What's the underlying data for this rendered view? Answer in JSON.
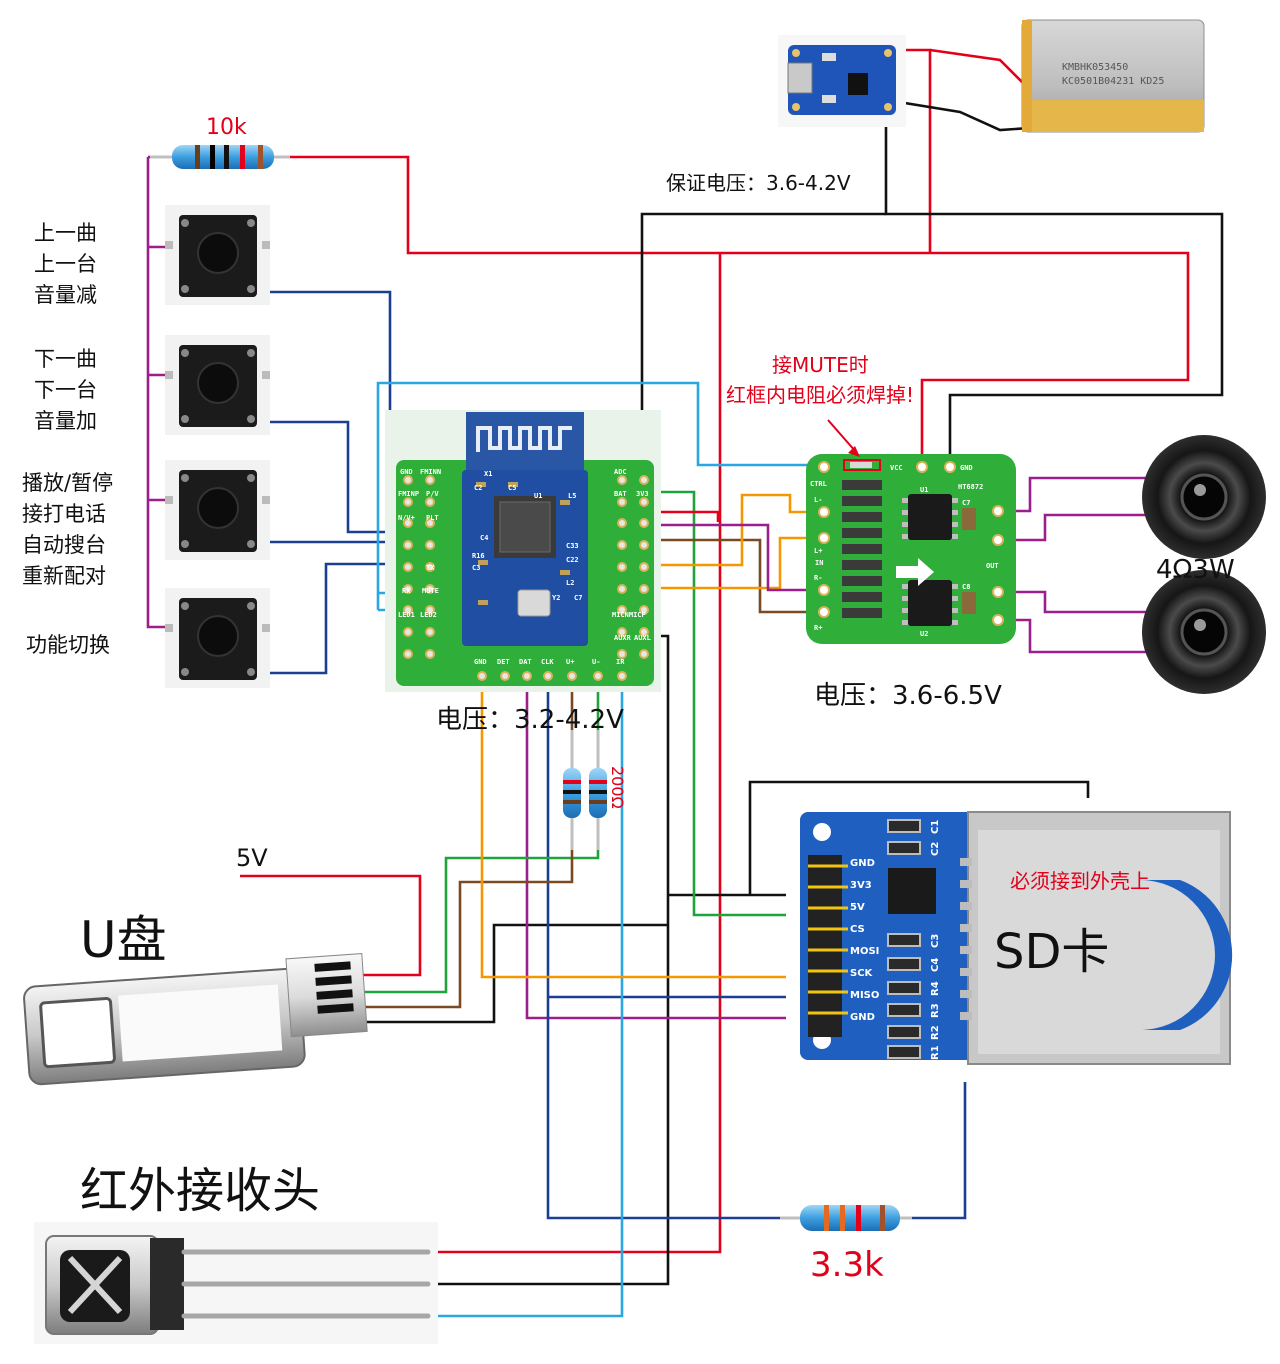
{
  "colors": {
    "red": "#e2001a",
    "black": "#111111",
    "blue": "#1c3f94",
    "lightblue": "#2aa7e0",
    "purple": "#9b1f8a",
    "green": "#1fa33a",
    "orange": "#f39800",
    "brown": "#7a4a22",
    "pcb_green": "#2fae3a",
    "pcb_blue": "#1f4ea3"
  },
  "labels": {
    "r_10k": "10k",
    "btn1": [
      "上一曲",
      "上一台",
      "音量减"
    ],
    "btn2": [
      "下一曲",
      "下一台",
      "音量加"
    ],
    "btn3": [
      "播放/暂停",
      "接打电话",
      "自动搜台",
      "重新配对"
    ],
    "btn4": [
      "功能切换"
    ],
    "guarantee_voltage": "保证电压：3.6-4.2V",
    "mute_note_1": "接MUTE时",
    "mute_note_2": "红框内电阻必须焊掉!",
    "amp_voltage": "电压：3.6-6.5V",
    "bt_voltage": "电压：3.2-4.2V",
    "speaker_spec": "4Ω3W",
    "r_200": "200Ω",
    "v5": "5V",
    "udisk": "U盘",
    "sd_card": "SD卡",
    "sd_note": "必须接到外壳上",
    "ir_receiver": "红外接收头",
    "r_3k3": "3.3k",
    "battery_text_1": "KMBHK053450",
    "battery_text_2": "KC0501B04231 KD25",
    "amp_chip": "HT6872",
    "amp_pins": [
      "CTRL",
      "L-",
      "L+",
      "IN",
      "R-",
      "R+",
      "VCC",
      "GND",
      "U1",
      "U2",
      "C7",
      "C8",
      "OUT"
    ],
    "sd_pins": [
      "GND",
      "3V3",
      "5V",
      "CS",
      "MOSI",
      "SCK",
      "MISO",
      "GND"
    ],
    "sd_parts": [
      "C1",
      "C2",
      "C3",
      "C4",
      "R4",
      "R3",
      "R2",
      "R1"
    ],
    "bt_top_pins": [
      "GND",
      "FMINN",
      "FMINP",
      "P/V",
      "N/V+",
      "PLT",
      "TX",
      "RX",
      "MUTE",
      "LED1",
      "LED2",
      "X1",
      "C2",
      "C5",
      "U1",
      "L5",
      "ADC",
      "BAT",
      "3V3",
      "C4",
      "R16",
      "C3",
      "C22",
      "L2",
      "Y2",
      "C7",
      "MICNMICP",
      "AUXR",
      "AUXL",
      "C33"
    ],
    "bt_bottom_pins": [
      "GND",
      "DET",
      "DAT",
      "CLK",
      "U+",
      "U-",
      "IR"
    ]
  }
}
